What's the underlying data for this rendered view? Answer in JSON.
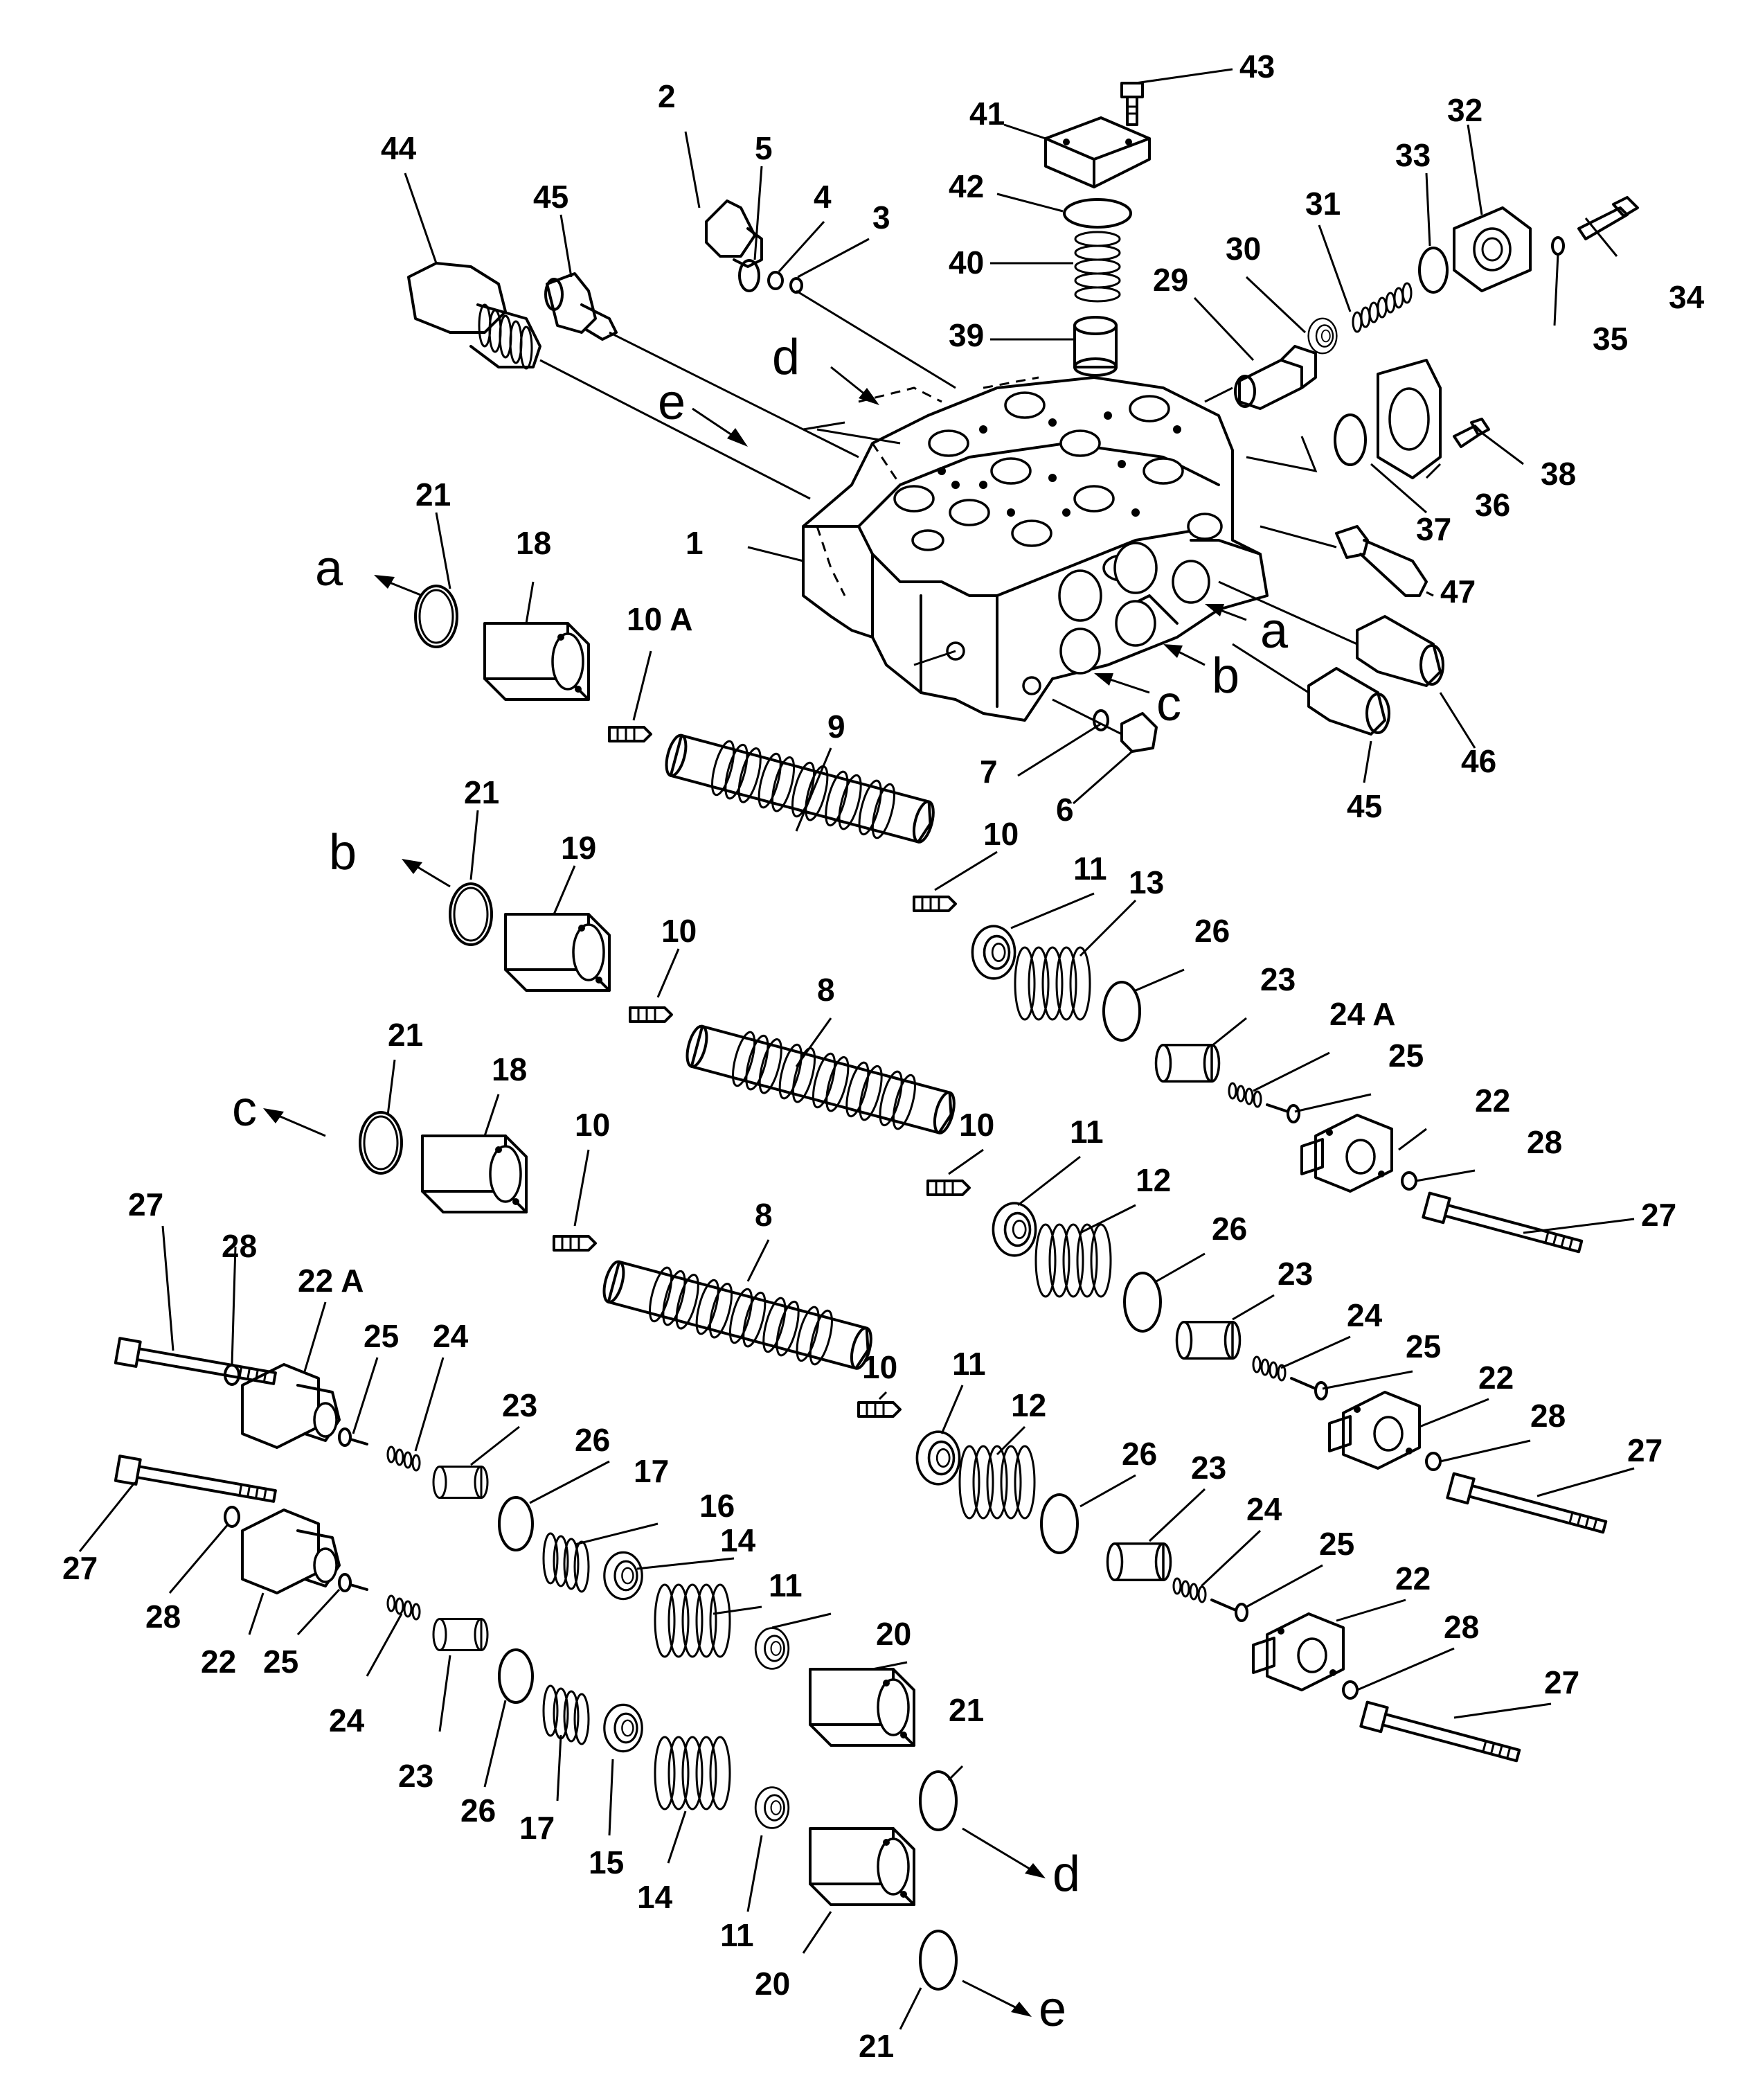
{
  "callouts": [
    {
      "id": "c43",
      "text": "43"
    },
    {
      "id": "c41",
      "text": "41"
    },
    {
      "id": "c42",
      "text": "42"
    },
    {
      "id": "c40",
      "text": "40"
    },
    {
      "id": "c39",
      "text": "39"
    },
    {
      "id": "c2",
      "text": "2"
    },
    {
      "id": "c5",
      "text": "5"
    },
    {
      "id": "c4",
      "text": "4"
    },
    {
      "id": "c3",
      "text": "3"
    },
    {
      "id": "c44",
      "text": "44"
    },
    {
      "id": "c45a",
      "text": "45"
    },
    {
      "id": "c32",
      "text": "32"
    },
    {
      "id": "c33",
      "text": "33"
    },
    {
      "id": "c31",
      "text": "31"
    },
    {
      "id": "c30",
      "text": "30"
    },
    {
      "id": "c29",
      "text": "29"
    },
    {
      "id": "c34",
      "text": "34"
    },
    {
      "id": "c35",
      "text": "35"
    },
    {
      "id": "c38",
      "text": "38"
    },
    {
      "id": "c36",
      "text": "36"
    },
    {
      "id": "c37",
      "text": "37"
    },
    {
      "id": "c47",
      "text": "47"
    },
    {
      "id": "c1",
      "text": "1"
    },
    {
      "id": "c21a",
      "text": "21"
    },
    {
      "id": "c18a",
      "text": "18"
    },
    {
      "id": "c10A",
      "text": "10 A"
    },
    {
      "id": "c9",
      "text": "9"
    },
    {
      "id": "c7",
      "text": "7"
    },
    {
      "id": "c6",
      "text": "6"
    },
    {
      "id": "c46",
      "text": "46"
    },
    {
      "id": "c45b",
      "text": "45"
    },
    {
      "id": "c21b",
      "text": "21"
    },
    {
      "id": "c19",
      "text": "19"
    },
    {
      "id": "c10a",
      "text": "10"
    },
    {
      "id": "c10b",
      "text": "10"
    },
    {
      "id": "c11a",
      "text": "11"
    },
    {
      "id": "c13",
      "text": "13"
    },
    {
      "id": "c26a",
      "text": "26"
    },
    {
      "id": "c8a",
      "text": "8"
    },
    {
      "id": "c23a",
      "text": "23"
    },
    {
      "id": "c24A",
      "text": "24 A"
    },
    {
      "id": "c25a",
      "text": "25"
    },
    {
      "id": "c22a",
      "text": "22"
    },
    {
      "id": "c28a",
      "text": "28"
    },
    {
      "id": "c27a",
      "text": "27"
    },
    {
      "id": "c21c",
      "text": "21"
    },
    {
      "id": "c18b",
      "text": "18"
    },
    {
      "id": "c10c",
      "text": "10"
    },
    {
      "id": "c10d",
      "text": "10"
    },
    {
      "id": "c11b",
      "text": "11"
    },
    {
      "id": "c12a",
      "text": "12"
    },
    {
      "id": "c26b",
      "text": "26"
    },
    {
      "id": "c23b",
      "text": "23"
    },
    {
      "id": "c24a",
      "text": "24"
    },
    {
      "id": "c25b",
      "text": "25"
    },
    {
      "id": "c22b",
      "text": "22"
    },
    {
      "id": "c28b",
      "text": "28"
    },
    {
      "id": "c27b",
      "text": "27"
    },
    {
      "id": "c8b",
      "text": "8"
    },
    {
      "id": "c10e",
      "text": "10"
    },
    {
      "id": "c11c",
      "text": "11"
    },
    {
      "id": "c12b",
      "text": "12"
    },
    {
      "id": "c26c",
      "text": "26"
    },
    {
      "id": "c23c",
      "text": "23"
    },
    {
      "id": "c24b",
      "text": "24"
    },
    {
      "id": "c25c",
      "text": "25"
    },
    {
      "id": "c22c",
      "text": "22"
    },
    {
      "id": "c28c",
      "text": "28"
    },
    {
      "id": "c27c",
      "text": "27"
    },
    {
      "id": "c27d",
      "text": "27"
    },
    {
      "id": "c28d",
      "text": "28"
    },
    {
      "id": "c22A",
      "text": "22 A"
    },
    {
      "id": "c25d",
      "text": "25"
    },
    {
      "id": "c24c",
      "text": "24"
    },
    {
      "id": "c23d",
      "text": "23"
    },
    {
      "id": "c26d",
      "text": "26"
    },
    {
      "id": "c17a",
      "text": "17"
    },
    {
      "id": "c16",
      "text": "16"
    },
    {
      "id": "c14a",
      "text": "14"
    },
    {
      "id": "c11d",
      "text": "11"
    },
    {
      "id": "c20a",
      "text": "20"
    },
    {
      "id": "c21d",
      "text": "21"
    },
    {
      "id": "c27e",
      "text": "27"
    },
    {
      "id": "c28e",
      "text": "28"
    },
    {
      "id": "c22d",
      "text": "22"
    },
    {
      "id": "c25e",
      "text": "25"
    },
    {
      "id": "c24d",
      "text": "24"
    },
    {
      "id": "c23e",
      "text": "23"
    },
    {
      "id": "c26e",
      "text": "26"
    },
    {
      "id": "c17b",
      "text": "17"
    },
    {
      "id": "c15",
      "text": "15"
    },
    {
      "id": "c14b",
      "text": "14"
    },
    {
      "id": "c11e",
      "text": "11"
    },
    {
      "id": "c20b",
      "text": "20"
    },
    {
      "id": "c21e",
      "text": "21"
    }
  ],
  "refs": [
    {
      "id": "ra1",
      "text": "a"
    },
    {
      "id": "ra2",
      "text": "a"
    },
    {
      "id": "rb1",
      "text": "b"
    },
    {
      "id": "rb2",
      "text": "b"
    },
    {
      "id": "rc1",
      "text": "c"
    },
    {
      "id": "rc2",
      "text": "c"
    },
    {
      "id": "rd1",
      "text": "d"
    },
    {
      "id": "rd2",
      "text": "d"
    },
    {
      "id": "re1",
      "text": "e"
    },
    {
      "id": "re2",
      "text": "e"
    }
  ]
}
